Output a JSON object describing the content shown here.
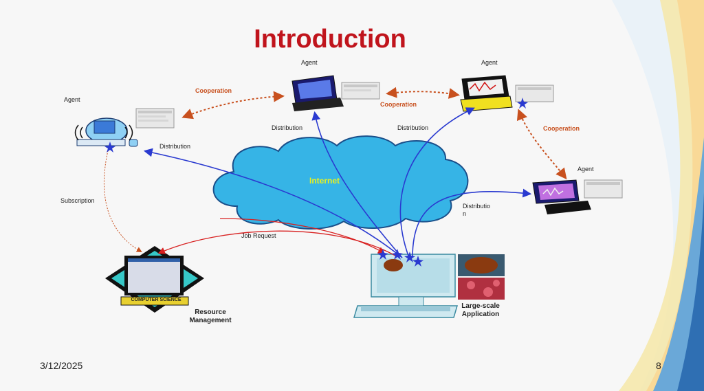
{
  "title": "Introduction",
  "agents": {
    "left": "Agent",
    "top_center": "Agent",
    "top_right": "Agent",
    "right": "Agent"
  },
  "edges": {
    "cooperation_1": "Cooperation",
    "cooperation_2": "Cooperation",
    "cooperation_3": "Cooperation",
    "distribution_left": "Distribution",
    "distribution_center": "Distribution",
    "distribution_right_top": "Distribution",
    "distribution_right_line1": "Distributio",
    "distribution_right_line2": "n",
    "subscription": "Subscription",
    "job_request": "Job Request"
  },
  "cloud_label": "Internet",
  "resource": {
    "banner": "COMPUTER SCIENCE",
    "line1": "Resource",
    "line2": "Management"
  },
  "app": {
    "line1": "Large-scale",
    "line2": "Application"
  },
  "footer": {
    "date": "3/12/2025",
    "page": "8"
  },
  "colors": {
    "title": "#c0141c",
    "cooperation": "#c8501e",
    "distribution_arrow": "#2a3ad0",
    "job_arrow": "#d82020",
    "cloud": "#38b8e8"
  }
}
